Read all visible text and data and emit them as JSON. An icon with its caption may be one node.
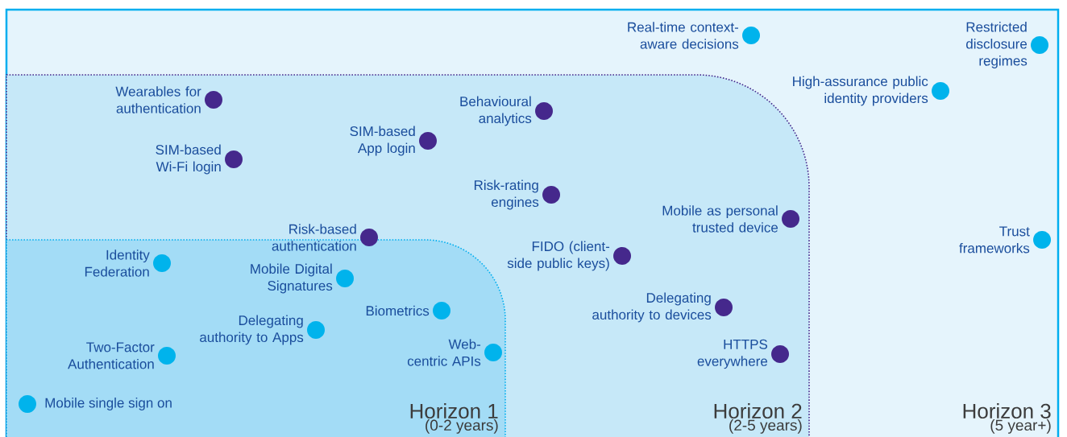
{
  "diagram": {
    "nodes": [
      {
        "text": [
          "Horizon 3",
          "(5 year+)"
        ]
      },
      {
        "text": [
          "Horizon 2",
          "(2-5 years)"
        ],
        "in": 0
      },
      {
        "text": [
          "Horizon 1",
          "(0-2 years)"
        ],
        "in": 1
      },
      {
        "text": [
          "Real-time context-aware decisions"
        ],
        "in": 0
      },
      {
        "text": [
          "Restricted disclosure regimes"
        ],
        "in": 0
      },
      {
        "text": [
          "High-assurance public identity providers"
        ],
        "in": 0
      },
      {
        "text": [
          "Trust frameworks"
        ],
        "in": 0
      },
      {
        "text": [
          "Wearables for authentication"
        ],
        "in": 1
      },
      {
        "text": [
          "Behavioural analytics"
        ],
        "in": 1
      },
      {
        "text": [
          "SIM-based App login"
        ],
        "in": 1
      },
      {
        "text": [
          "SIM-based Wi-Fi login"
        ],
        "in": 1
      },
      {
        "text": [
          "Risk-rating engines"
        ],
        "in": 1
      },
      {
        "text": [
          "Mobile as personal trusted device"
        ],
        "in": 1
      },
      {
        "text": [
          "Risk-based authentication"
        ],
        "in": 1
      },
      {
        "text": [
          "FIDO (client-side public keys)"
        ],
        "in": 1
      },
      {
        "text": [
          "Delegating authority to devices"
        ],
        "in": 1
      },
      {
        "text": [
          "HTTPS everywhere"
        ],
        "in": 1
      },
      {
        "text": [
          "Identity Federation"
        ],
        "in": 2
      },
      {
        "text": [
          "Mobile Digital Signatures"
        ],
        "in": 2
      },
      {
        "text": [
          "Biometrics"
        ],
        "in": 2
      },
      {
        "text": [
          "Delegating authority to Apps"
        ],
        "in": 2
      },
      {
        "text": [
          "Two-Factor Authentication"
        ],
        "in": 2
      },
      {
        "text": [
          "Web-centric APIs"
        ],
        "in": 2
      },
      {
        "text": [
          "Mobile single sign on"
        ],
        "in": 2
      }
    ]
  }
}
